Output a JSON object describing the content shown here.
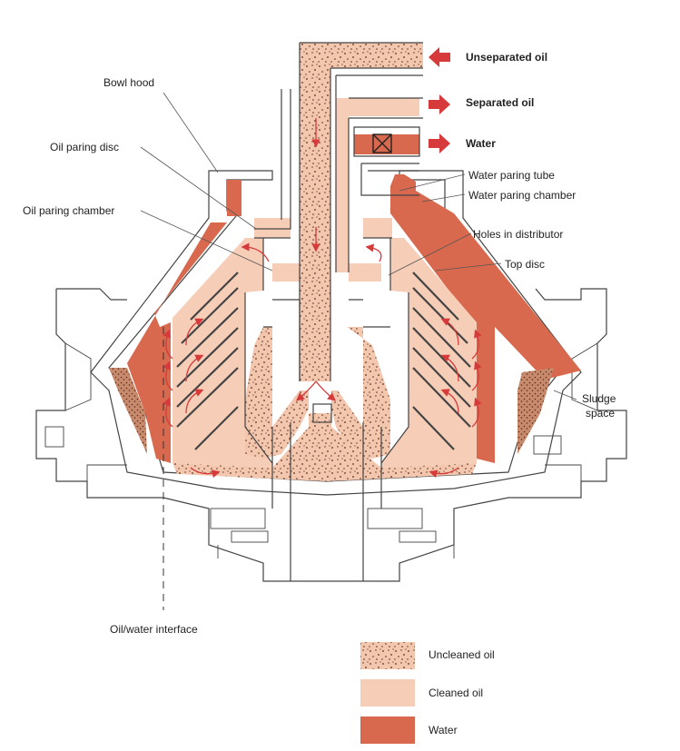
{
  "colors": {
    "water": "#d9694e",
    "cleaned_oil": "#f6cdb7",
    "uncleaned_oil": "#f3c7ae",
    "speckle": "#5b2a1c",
    "arrow": "#d63a3a",
    "outline": "#444444"
  },
  "labels": {
    "bowl_hood": "Bowl hood",
    "oil_paring_disc": "Oil paring disc",
    "oil_paring_chamber": "Oil paring chamber",
    "unseparated_oil": "Unseparated oil",
    "separated_oil": "Separated oil",
    "water": "Water",
    "water_paring_tube": "Water paring tube",
    "water_paring_chamber": "Water paring chamber",
    "holes_in_distributor": "Holes in distributor",
    "top_disc": "Top disc",
    "sludge_space_line1": "Sludge",
    "sludge_space_line2": "space",
    "oil_water_interface": "Oil/water interface"
  },
  "legend": [
    {
      "label": "Uncleaned oil",
      "swatch": "speckled"
    },
    {
      "label": "Cleaned oil",
      "swatch": "cleaned"
    },
    {
      "label": "Water",
      "swatch": "water"
    }
  ]
}
